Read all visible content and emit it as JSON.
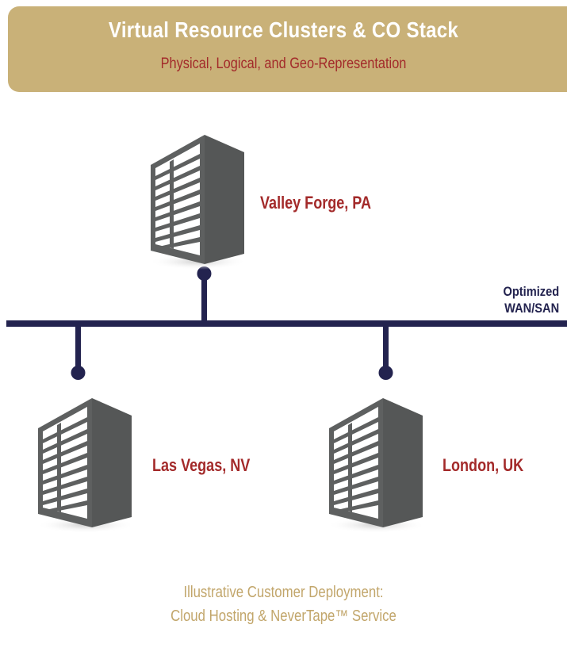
{
  "header": {
    "title": "Virtual Resource Clusters & CO Stack",
    "subtitle": "Physical, Logical, and Geo-Representation"
  },
  "network": {
    "label_line1": "Optimized",
    "label_line2": "WAN/SAN"
  },
  "sites": [
    {
      "name": "Valley Forge, PA"
    },
    {
      "name": "Las Vegas, NV"
    },
    {
      "name": "London, UK"
    }
  ],
  "caption": {
    "line1": "Illustrative Customer Deployment:",
    "line2": "Cloud Hosting & NeverTape™ Service"
  },
  "colors": {
    "banner": "#c9b178",
    "accent_red": "#a32a2a",
    "network_navy": "#23234f",
    "building_gray": "#555757",
    "caption_gold": "#c2a66b"
  }
}
